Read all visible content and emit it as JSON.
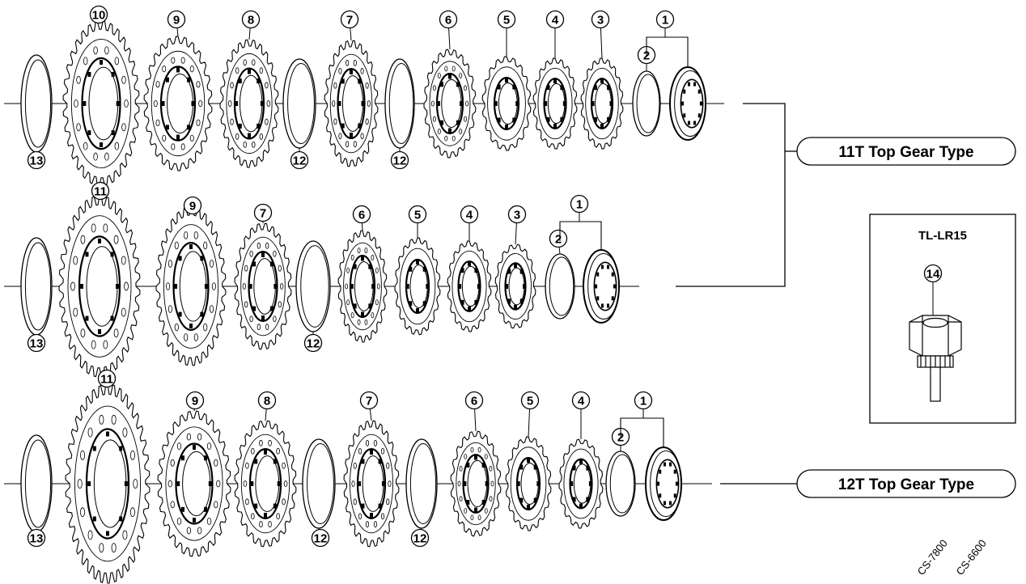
{
  "rows": [
    {
      "label": "11T Top Gear Type",
      "parts": [
        {
          "kind": "spacer",
          "callout": "13"
        },
        {
          "kind": "sprocket",
          "callout": "10"
        },
        {
          "kind": "sprocket",
          "callout": "9"
        },
        {
          "kind": "sprocket",
          "callout": "8"
        },
        {
          "kind": "spacer",
          "callout": "12"
        },
        {
          "kind": "sprocket",
          "callout": "7"
        },
        {
          "kind": "spacer",
          "callout": "12"
        },
        {
          "kind": "sprocket",
          "callout": "6"
        },
        {
          "kind": "sprocket",
          "callout": "5"
        },
        {
          "kind": "sprocket",
          "callout": "4"
        },
        {
          "kind": "sprocket",
          "callout": "3"
        },
        {
          "kind": "spacer",
          "callout": "2"
        },
        {
          "kind": "lockring",
          "callout": "1"
        }
      ]
    },
    {
      "label": "",
      "parts": [
        {
          "kind": "spacer",
          "callout": "13"
        },
        {
          "kind": "sprocket",
          "callout": "11"
        },
        {
          "kind": "sprocket",
          "callout": "9"
        },
        {
          "kind": "sprocket",
          "callout": "7"
        },
        {
          "kind": "spacer",
          "callout": "12"
        },
        {
          "kind": "sprocket",
          "callout": "6"
        },
        {
          "kind": "sprocket",
          "callout": "5"
        },
        {
          "kind": "sprocket",
          "callout": "4"
        },
        {
          "kind": "sprocket",
          "callout": "3"
        },
        {
          "kind": "spacer",
          "callout": "2"
        },
        {
          "kind": "lockring",
          "callout": "1"
        }
      ]
    },
    {
      "label": "12T Top Gear Type",
      "parts": [
        {
          "kind": "spacer",
          "callout": "13"
        },
        {
          "kind": "sprocket",
          "callout": "11"
        },
        {
          "kind": "sprocket",
          "callout": "9"
        },
        {
          "kind": "sprocket",
          "callout": "8"
        },
        {
          "kind": "spacer",
          "callout": "12"
        },
        {
          "kind": "sprocket",
          "callout": "7"
        },
        {
          "kind": "spacer",
          "callout": "12"
        },
        {
          "kind": "sprocket",
          "callout": "6"
        },
        {
          "kind": "sprocket",
          "callout": "5"
        },
        {
          "kind": "sprocket",
          "callout": "4"
        },
        {
          "kind": "spacer",
          "callout": "2"
        },
        {
          "kind": "lockring",
          "callout": "1"
        }
      ]
    }
  ],
  "tool": {
    "title": "TL-LR15",
    "callout": "14"
  },
  "models": [
    "CS-7800",
    "CS-6600"
  ],
  "colors": {
    "line": "#000000",
    "background": "#ffffff"
  }
}
